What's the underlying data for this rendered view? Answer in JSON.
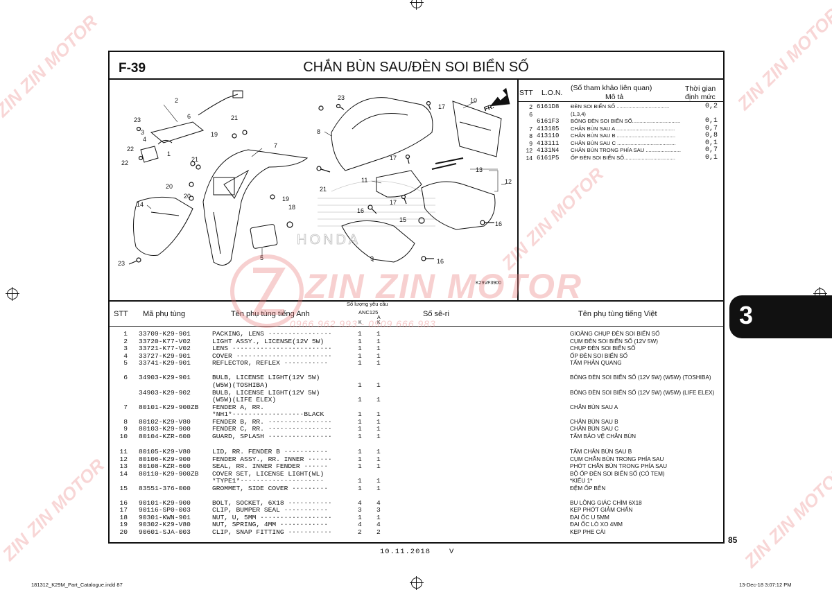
{
  "header": {
    "code": "F-39",
    "title": "CHẮN BÙN SAU/ĐÈN SOI BIỂN SỐ"
  },
  "watermark": {
    "brand": "ZIN ZIN MOTOR",
    "phone": "0966 962 993 - 0909 666 983"
  },
  "section_tab": "3",
  "page_number": "85",
  "footer": {
    "date": "10.11.2018",
    "mark": "V",
    "file": "181312_K29M_Part_Catalogue.indd   87",
    "stamp": "13-Dec-18   3:07:12 PM"
  },
  "diagram": {
    "code": "K29VF3900",
    "numbers": [
      "1",
      "2",
      "3",
      "4",
      "5",
      "6",
      "7",
      "8",
      "9",
      "10",
      "11",
      "12",
      "13",
      "14",
      "15",
      "16",
      "16",
      "16",
      "17",
      "17",
      "17",
      "18",
      "19",
      "19",
      "20",
      "20",
      "21",
      "21",
      "21",
      "22",
      "22",
      "23",
      "23",
      "23"
    ],
    "brand_text": "HONDA",
    "fr_label": "FR."
  },
  "lon_table": {
    "headers": {
      "stt": "STT",
      "lon": "L.O.N.",
      "desc_line1": "(Số tham khảo liên quan)",
      "desc_line2": "Mô tả",
      "time_line1": "Thời gian",
      "time_line2": "định mức"
    },
    "rows": [
      {
        "stt": "2",
        "lon": "6161D8",
        "desc": "ĐÈN SOI BIỂN SỐ ....................................",
        "time": "0,2"
      },
      {
        "stt": "6",
        "lon": "",
        "desc": "(1,3,4)",
        "time": ""
      },
      {
        "stt": "",
        "lon": "6161F3",
        "desc": "BÓNG ĐÈN SOI BIỂN SỐ.................................",
        "time": "0,1"
      },
      {
        "stt": "7",
        "lon": "413105",
        "desc": "CHẮN BÙN SAU A ........................................",
        "time": "0,7"
      },
      {
        "stt": "8",
        "lon": "413110",
        "desc": "CHẮN BÙN SAU B ........................................",
        "time": "0,8"
      },
      {
        "stt": "9",
        "lon": "413111",
        "desc": "CHẮN BÙN SAU C ........................................",
        "time": "0,1"
      },
      {
        "stt": "12",
        "lon": "4131N4",
        "desc": "CHẮN BÙN TRONG PHÍA SAU ........................",
        "time": "0,7"
      },
      {
        "stt": "14",
        "lon": "6161P5",
        "desc": "ỐP ĐÈN SOI BIỂN SỐ...................................",
        "time": "0,1"
      }
    ]
  },
  "parts_table": {
    "headers": {
      "stt": "STT",
      "part_no": "Mã phụ tùng",
      "name_en": "Tên phụ tùng tiếng Anh",
      "qty": "Số lượng yêu cầu",
      "model": "ANC125",
      "col_k": "K",
      "col_ak_a": "A",
      "col_ak_k": "K",
      "serial": "Số sê-ri",
      "name_vi": "Tên phụ tùng tiếng Việt"
    },
    "rows": [
      {
        "stt": "1",
        "part": "33709-K29-901",
        "en": "PACKING, LENS ················",
        "q1": "1",
        "q2": "1",
        "vi": "GIOĂNG CHỤP ĐÈN SOI BIỂN SỐ"
      },
      {
        "stt": "2",
        "part": "33720-K77-V02",
        "en": "LIGHT ASSY., LICENSE(12V 5W)",
        "q1": "1",
        "q2": "1",
        "vi": "CỤM ĐÈN SOI BIỂN SỐ (12V 5W)"
      },
      {
        "stt": "3",
        "part": "33721-K77-V02",
        "en": "LENS ·························",
        "q1": "1",
        "q2": "1",
        "vi": "CHỤP ĐÈN SOI BIỂN SỐ"
      },
      {
        "stt": "4",
        "part": "33727-K29-901",
        "en": "COVER ························",
        "q1": "1",
        "q2": "1",
        "vi": "ỐP ĐÈN SOI BIỂN SỐ"
      },
      {
        "stt": "5",
        "part": "33741-K29-901",
        "en": "REFLECTOR, REFLEX ···········",
        "q1": "1",
        "q2": "1",
        "vi": "TẤM PHẢN QUANG"
      },
      {
        "stt": "6",
        "part": "34903-K29-901",
        "en": "BULB, LICENSE LIGHT(12V 5W)",
        "q1": "",
        "q2": "",
        "vi": "BÓNG ĐÈN SOI BIỂN SỐ (12V 5W) (W5W) (TOSHIBA)"
      },
      {
        "stt": "",
        "part": "",
        "en": "                (W5W)(TOSHIBA)",
        "q1": "1",
        "q2": "1",
        "vi": ""
      },
      {
        "stt": "",
        "part": "34903-K29-902",
        "en": "BULB, LICENSE LIGHT(12V 5W)",
        "q1": "",
        "q2": "",
        "vi": "BÓNG ĐÈN SOI BIỂN SỐ (12V 5W) (W5W) (LIFE ELEX)"
      },
      {
        "stt": "",
        "part": "",
        "en": "              (W5W)(LIFE ELEX)",
        "q1": "1",
        "q2": "1",
        "vi": ""
      },
      {
        "stt": "7",
        "part": "80101-K29-900ZB",
        "en": "FENDER A, RR.",
        "q1": "",
        "q2": "",
        "vi": "CHẮN BÙN SAU A"
      },
      {
        "stt": "",
        "part": "",
        "en": " *NH1*··················BLACK",
        "q1": "1",
        "q2": "1",
        "vi": ""
      },
      {
        "stt": "8",
        "part": "80102-K29-V80",
        "en": "FENDER B, RR. ················",
        "q1": "1",
        "q2": "1",
        "vi": "CHẮN BÙN SAU B"
      },
      {
        "stt": "9",
        "part": "80103-K29-900",
        "en": "FENDER C, RR. ················",
        "q1": "1",
        "q2": "1",
        "vi": "CHẮN BÙN SAU C"
      },
      {
        "stt": "10",
        "part": "80104-KZR-600",
        "en": "GUARD, SPLASH ················",
        "q1": "1",
        "q2": "1",
        "vi": "TẤM BẢO VỆ CHẮN BÙN"
      },
      {
        "stt": "11",
        "part": "80105-K29-V80",
        "en": "LID, RR. FENDER B ···········",
        "q1": "1",
        "q2": "1",
        "vi": "TẤM CHẮN BÙN SAU B"
      },
      {
        "stt": "12",
        "part": "80106-K29-900",
        "en": "FENDER ASSY., RR. INNER ······",
        "q1": "1",
        "q2": "1",
        "vi": "CỤM CHẮN BÙN TRONG PHÍA SAU"
      },
      {
        "stt": "13",
        "part": "80108-KZR-600",
        "en": "SEAL, RR. INNER FENDER ······",
        "q1": "1",
        "q2": "1",
        "vi": "PHỚT CHẮN BÙN TRONG PHÍA SAU"
      },
      {
        "stt": "14",
        "part": "80110-K29-900ZB",
        "en": "COVER SET, LICENSE LIGHT(WL)",
        "q1": "",
        "q2": "",
        "vi": "BỘ ỐP ĐÈN SOI BIỂN SỐ (CÓ TEM)"
      },
      {
        "stt": "",
        "part": "",
        "en": " *TYPE1*·····················",
        "q1": "1",
        "q2": "1",
        "vi": " *KIỂU 1*"
      },
      {
        "stt": "15",
        "part": "83551-376-000",
        "en": "GROMMET, SIDE COVER ·········",
        "q1": "1",
        "q2": "1",
        "vi": "ĐỆM ỐP BÊN"
      },
      {
        "stt": "16",
        "part": "90101-K29-900",
        "en": "BOLT, SOCKET, 6X18 ···········",
        "q1": "4",
        "q2": "4",
        "vi": "BU LÔNG GIÁC CHÌM 6X18"
      },
      {
        "stt": "17",
        "part": "90116-SP0-003",
        "en": "CLIP, BUMPER SEAL ···········",
        "q1": "3",
        "q2": "3",
        "vi": "KẸP PHỚT GIẢM CHẤN"
      },
      {
        "stt": "18",
        "part": "90301-KWN-901",
        "en": "NUT, U, 5MM ··················",
        "q1": "1",
        "q2": "1",
        "vi": "ĐAI ỐC U 5MM"
      },
      {
        "stt": "19",
        "part": "90302-K29-V80",
        "en": "NUT, SPRING, 4MM ············",
        "q1": "4",
        "q2": "4",
        "vi": "ĐAI ỐC LÒ XO 4MM"
      },
      {
        "stt": "20",
        "part": "90601-SJA-003",
        "en": "CLIP, SNAP FITTING ···········",
        "q1": "2",
        "q2": "2",
        "vi": "KẸP PHE CÀI"
      }
    ]
  }
}
